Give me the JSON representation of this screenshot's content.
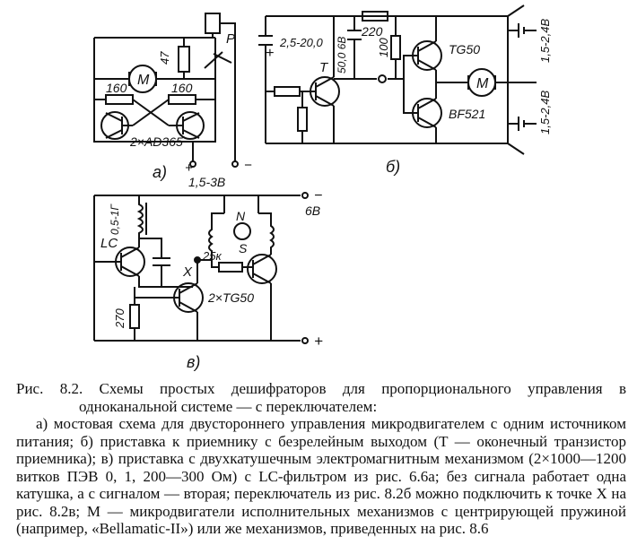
{
  "figure": {
    "a": {
      "panel_label": "а)",
      "relay_label": "P",
      "resistor_47": "47",
      "motor_label": "M",
      "resistor_160_left": "160",
      "resistor_160_right": "160",
      "transistor_label": "2×AD365",
      "plus_label": "+",
      "minus_label": "−",
      "voltage_label": "1,5-3В"
    },
    "b": {
      "panel_label": "б)",
      "cap1_label": "2,5-20,0",
      "cap2_label": "50,0 6В",
      "resistor_220": "220",
      "resistor_100": "100",
      "transistor_T": "T",
      "transistor_top": "TG50",
      "transistor_bottom": "BF521",
      "motor_label": "M",
      "plus_label": "+",
      "batt_top": "1,5-2,4В",
      "batt_bottom": "1,5-2,4В"
    },
    "c": {
      "panel_label": "в)",
      "coil_label": "0,5-1Г",
      "lc_label": "LC",
      "x_label": "X",
      "n_label": "N",
      "s_label": "S",
      "resistor_25k": "25к",
      "transistor_label": "2×TG50",
      "resistor_270": "270",
      "voltage_6v": "6В",
      "minus_label": "−",
      "plus_label": "+"
    }
  },
  "caption": {
    "heading": "Рис. 8.2. Схемы простых дешифраторов для пропорционального управления в одноканальной системе — с переключателем:",
    "body": "а) мостовая схема для двустороннего управления микродвигателем с одним источником питания; б) приставка к приемнику с безрелейным выходом (T — оконечный транзистор приемника); в) приставка с двухкатушечным электромагнитным механизмом (2×1000—1200 витков ПЭВ 0, 1, 200—300 Ом) с LC-фильтром из рис. 6.6а; без сигнала работает одна катушка, а с сигналом — вторая; переключатель из рис. 8.2б можно подключить к точке X на рис. 8.2в; M — микродвигатели исполнительных механизмов с центрирующей пружиной (например, «Bellamatic-II») или же механизмов, приведенных на рис. 8.6"
  }
}
